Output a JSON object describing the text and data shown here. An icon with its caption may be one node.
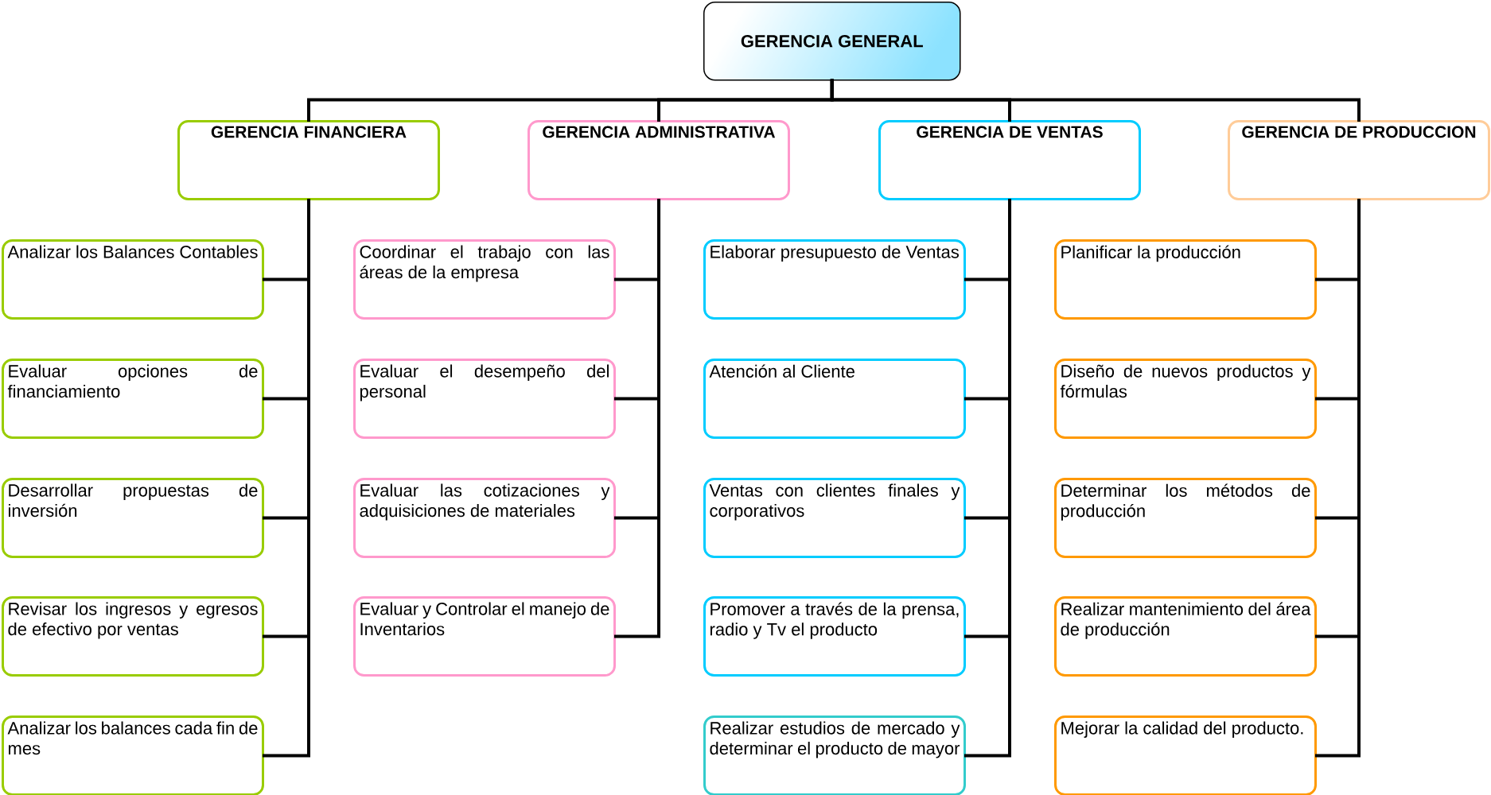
{
  "diagram": {
    "nodes": [
      {
        "text": [
          "GERENCIA GENERAL"
        ]
      },
      {
        "text": [
          "GERENCIA FINANCIERA"
        ]
      },
      {
        "text": [
          "GERENCIA ADMINISTRATIVA"
        ]
      },
      {
        "text": [
          "GERENCIA DE VENTAS"
        ]
      },
      {
        "text": [
          "GERENCIA DE PRODUCCION"
        ]
      },
      {
        "text": [
          "Analizar los Balances Contables"
        ]
      },
      {
        "text": [
          "Evaluar opciones de financiamiento"
        ]
      },
      {
        "text": [
          "Desarrollar propuestas de inversión"
        ]
      },
      {
        "text": [
          "Revisar los ingresos y egresos de efectivo por ventas"
        ]
      },
      {
        "text": [
          "Analizar los balances cada fin de mes"
        ]
      },
      {
        "text": [
          "Coordinar el trabajo con las áreas de la empresa"
        ]
      },
      {
        "text": [
          "Evaluar el desempeño del personal"
        ]
      },
      {
        "text": [
          "Evaluar las cotizaciones y adquisiciones de materiales"
        ]
      },
      {
        "text": [
          "Evaluar y Controlar el manejo de Inventarios"
        ]
      },
      {
        "text": [
          "Elaborar presupuesto de Ventas"
        ]
      },
      {
        "text": [
          "Atención al Cliente"
        ]
      },
      {
        "text": [
          "Ventas con clientes finales y corporativos"
        ]
      },
      {
        "text": [
          "Promover a través de la prensa, radio y Tv el producto"
        ]
      },
      {
        "text": [
          "Realizar estudios de mercado y determinar el producto de mayor"
        ]
      },
      {
        "text": [
          "Planificar la producción"
        ]
      },
      {
        "text": [
          "Diseño de nuevos productos y fórmulas"
        ]
      },
      {
        "text": [
          "Determinar los métodos de producción"
        ]
      },
      {
        "text": [
          "Realizar mantenimiento del área de producción"
        ]
      },
      {
        "text": [
          "Mejorar la calidad del producto."
        ]
      }
    ],
    "edges": [
      {
        "from": 0,
        "to": 1,
        "arrow": "none"
      },
      {
        "from": 0,
        "to": 2,
        "arrow": "none"
      },
      {
        "from": 0,
        "to": 3,
        "arrow": "none"
      },
      {
        "from": 0,
        "to": 4,
        "arrow": "none"
      },
      {
        "from": 1,
        "to": 5,
        "arrow": "none"
      },
      {
        "from": 1,
        "to": 6,
        "arrow": "none"
      },
      {
        "from": 1,
        "to": 7,
        "arrow": "none"
      },
      {
        "from": 1,
        "to": 8,
        "arrow": "none"
      },
      {
        "from": 1,
        "to": 9,
        "arrow": "none"
      },
      {
        "from": 2,
        "to": 10,
        "arrow": "none"
      },
      {
        "from": 2,
        "to": 11,
        "arrow": "none"
      },
      {
        "from": 2,
        "to": 12,
        "arrow": "none"
      },
      {
        "from": 2,
        "to": 13,
        "arrow": "none"
      },
      {
        "from": 3,
        "to": 14,
        "arrow": "none"
      },
      {
        "from": 3,
        "to": 15,
        "arrow": "none"
      },
      {
        "from": 3,
        "to": 16,
        "arrow": "none"
      },
      {
        "from": 3,
        "to": 17,
        "arrow": "none"
      },
      {
        "from": 3,
        "to": 18,
        "arrow": "none"
      },
      {
        "from": 4,
        "to": 19,
        "arrow": "none"
      },
      {
        "from": 4,
        "to": 20,
        "arrow": "none"
      },
      {
        "from": 4,
        "to": 21,
        "arrow": "none"
      },
      {
        "from": 4,
        "to": 22,
        "arrow": "none"
      },
      {
        "from": 4,
        "to": 23,
        "arrow": "none"
      }
    ]
  }
}
